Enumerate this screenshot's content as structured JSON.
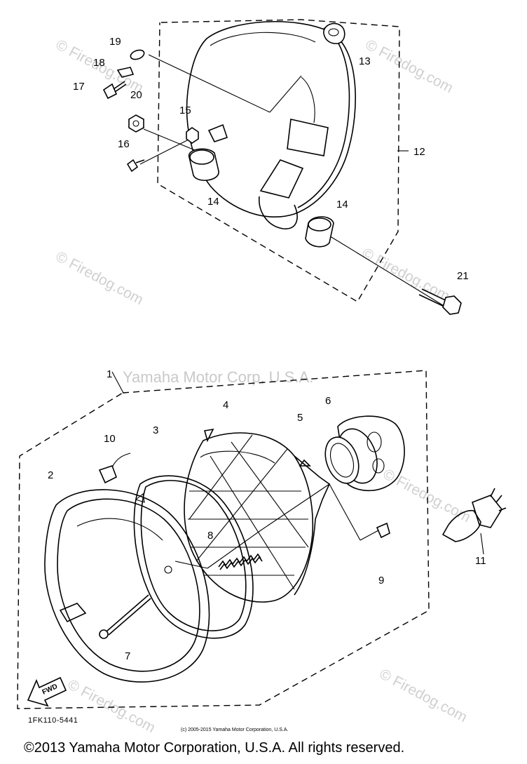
{
  "diagram": {
    "labels": {
      "p1": "1",
      "p2": "2",
      "p3": "3",
      "p4": "4",
      "p5": "5",
      "p6": "6",
      "p7": "7",
      "p8": "8",
      "p9": "9",
      "p10": "10",
      "p11": "11",
      "p12": "12",
      "p13": "13",
      "p14a": "14",
      "p14b": "14",
      "p15": "15",
      "p16": "16",
      "p17": "17",
      "p18": "18",
      "p19": "19",
      "p20": "20",
      "p21": "21"
    },
    "fwd_label": "FWD",
    "diagram_code": "1FK110-5441",
    "small_copyright": "(c) 2005-2015 Yamaha Motor Corporation, U.S.A.",
    "watermark_corp": "Yamaha Motor Corp, U.S.A.",
    "watermark_firedog": "© Firedog.com",
    "footer_copyright": "©2013 Yamaha Motor Corporation, U.S.A. All rights reserved."
  }
}
